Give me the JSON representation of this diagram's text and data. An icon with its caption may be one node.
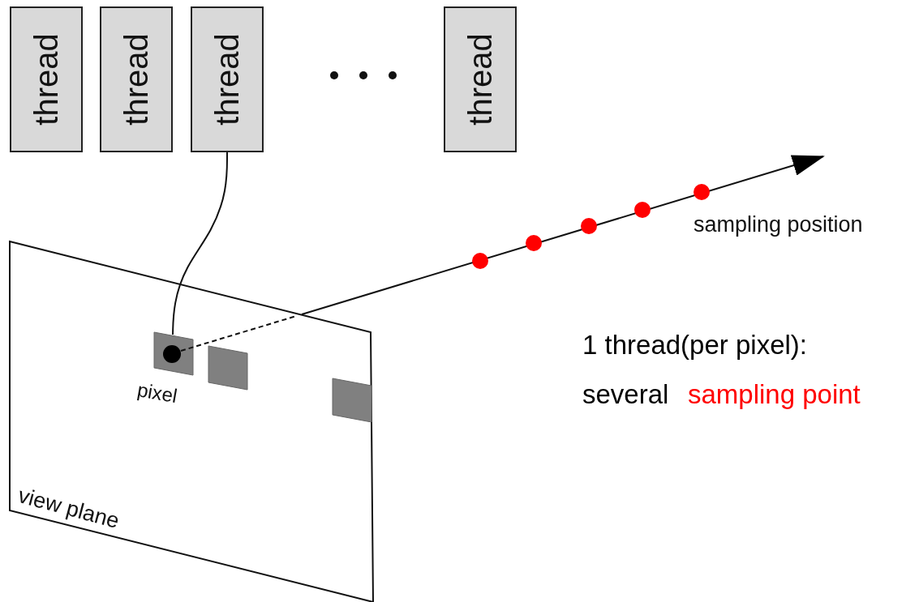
{
  "diagram": {
    "nodes": [
      {
        "text": [
          "thread"
        ]
      },
      {
        "text": [
          "thread"
        ]
      },
      {
        "text": [
          "thread"
        ]
      },
      {
        "text": [
          "thread"
        ]
      },
      {
        "text": [
          "view plane"
        ]
      },
      {
        "text": [],
        "shape": "box",
        "in": 4,
        "beside": [
          "pixel"
        ]
      },
      {
        "text": [],
        "shape": "box",
        "in": 4
      },
      {
        "text": [],
        "shape": "box",
        "in": 4
      }
    ],
    "edges": [
      {
        "from": 2,
        "to": 5,
        "arrow": "none"
      },
      {
        "from": 5,
        "to": null,
        "arrow": "to"
      }
    ],
    "labels": [
      "sampling position",
      "1 thread(per pixel):",
      "several",
      "sampling point"
    ]
  }
}
